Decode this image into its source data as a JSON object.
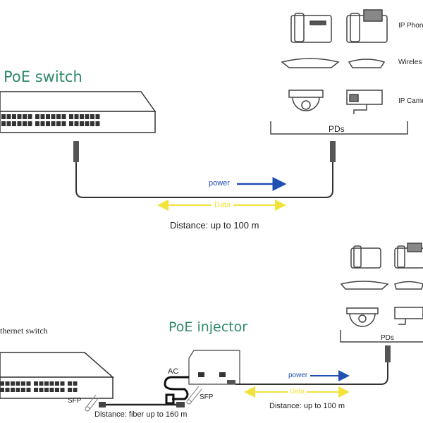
{
  "top": {
    "title": "PoE switch",
    "power_label": "power",
    "data_label": "Data",
    "distance": "Distance: up to 100 m",
    "pd_group_label": "PDs",
    "device_labels": [
      "IP Phon",
      "Wireles",
      "IP Came"
    ]
  },
  "bottom": {
    "switch_label": "thernet switch",
    "title": "PoE injector",
    "ac_label": "AC",
    "sfp_left": "SFP",
    "sfp_right": "SFP",
    "fiber_distance": "Distance: fiber up to 160 m",
    "power_label": "power",
    "data_label": "Data",
    "distance": "Distance: up to 100 m",
    "pd_group_label": "PDs"
  },
  "colors": {
    "title": "#2f8a68",
    "power": "#1f4fb0",
    "data": "#f2e23a",
    "line": "#333333"
  }
}
